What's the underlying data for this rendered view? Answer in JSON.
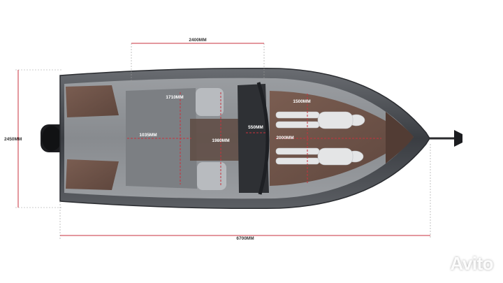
{
  "dimensions": {
    "beam_top": "2400MM",
    "height_left": "2450MM",
    "length_bottom": "6700MM",
    "cockpit_width": "1710MM",
    "aft_depth": "1035MM",
    "mid_length": "1980MM",
    "console_gap": "550MM",
    "berth_length": "2000MM",
    "berth_width": "1500MM"
  },
  "watermark": {
    "text": "Avito"
  },
  "colors": {
    "dimension_line": "#c8323c",
    "hull": "#4a4d52",
    "deck": "#8a8d91",
    "teak_pad": "#6e5247"
  }
}
